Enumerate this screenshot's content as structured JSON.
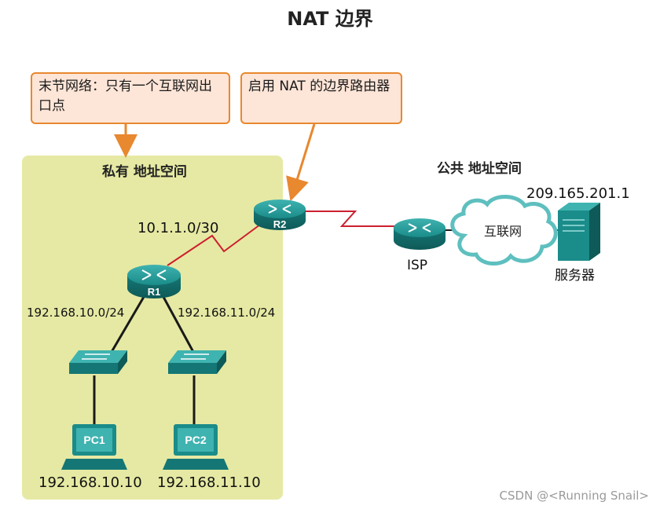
{
  "title": "NAT 边界",
  "callouts": {
    "stub_network": "末节网络：只有一个互联网出口点",
    "border_router": "启用 NAT 的边界路由器"
  },
  "zones": {
    "private": "私有 地址空间",
    "public": "公共 地址空间"
  },
  "labels": {
    "r1_r2_link": "10.1.1.0/30",
    "lan1_subnet": "192.168.10.0/24",
    "lan2_subnet": "192.168.11.0/24",
    "pc1_ip": "192.168.10.10",
    "pc2_ip": "192.168.11.10",
    "server_ip": "209.165.201.1"
  },
  "devices": {
    "r1": "R1",
    "r2": "R2",
    "isp": "ISP",
    "internet": "互联网",
    "server": "服务器",
    "pc1": "PC1",
    "pc2": "PC2"
  },
  "watermark": "CSDN @<Running Snail>",
  "colors": {
    "private_zone": "#e6e9a3",
    "callout_fill": "#fde5d7",
    "callout_border": "#e8882f",
    "device_teal": "#1a8c8a",
    "serial_link": "#cc1f2f",
    "cloud_outline": "#5fbfbf"
  }
}
